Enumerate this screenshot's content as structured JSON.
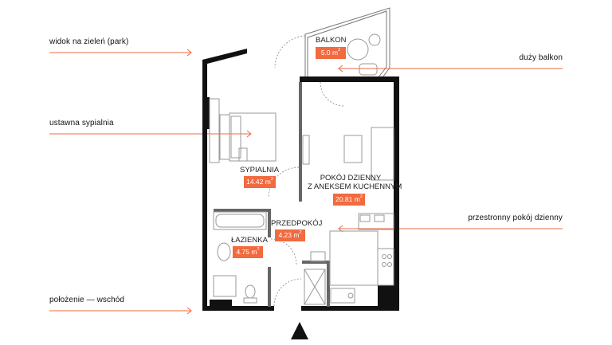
{
  "callouts": {
    "left": [
      {
        "text": "widok na zieleń (park)"
      },
      {
        "text": "ustawna sypialnia"
      },
      {
        "text": "położenie — wschód"
      }
    ],
    "right": [
      {
        "text": "duży balkon"
      },
      {
        "text": "przestronny pokój dzienny"
      }
    ]
  },
  "rooms": {
    "balkon": {
      "name": "BALKON",
      "area": "5.0 m",
      "unit": "2"
    },
    "sypialnia": {
      "name": "SYPIALNIA",
      "area": "14.42 m",
      "unit": "2"
    },
    "pokoj_dzienny": {
      "name_line1": "POKÓJ DZIENNY",
      "name_line2": "Z ANEKSEM KUCHENNYM",
      "area": "20.81 m",
      "unit": "2"
    },
    "przedpokoj": {
      "name": "PRZEDPOKÓJ",
      "area": "4.23 m",
      "unit": "2"
    },
    "lazienka": {
      "name": "ŁAZIENKA",
      "area": "4.75 m",
      "unit": "2"
    }
  },
  "colors": {
    "accent": "#f26a3f",
    "wall": "#111111",
    "furniture": "#9a9a9a",
    "text": "#111111"
  }
}
